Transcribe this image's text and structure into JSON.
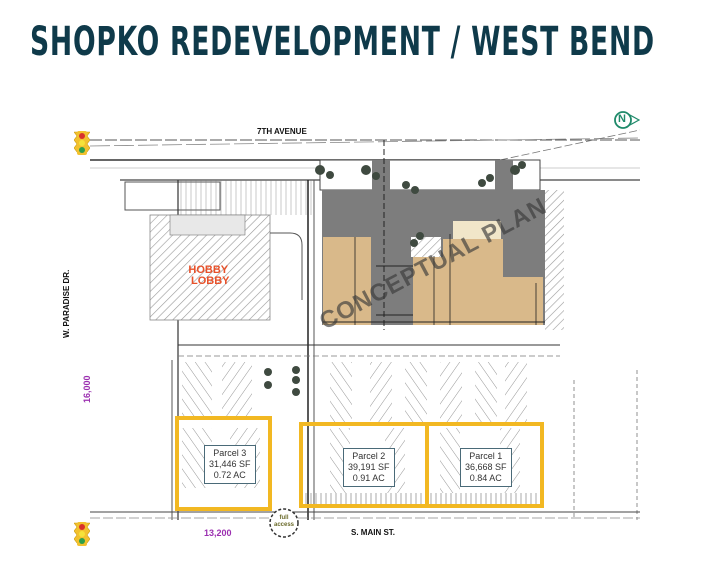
{
  "header": {
    "title": "SHOPKO REDEVELOPMENT / WEST BEND"
  },
  "map": {
    "type": "site-plan",
    "watermark": "CONCEPTUAL PLAN",
    "north_arrow": "N",
    "streets": {
      "top": "7TH AVENUE",
      "left": "W. PARADISE DR.",
      "bottom": "S. MAIN ST."
    },
    "traffic_counts": {
      "paradise": "16,000",
      "main": "13,200"
    },
    "access_marker": {
      "line1": "full",
      "line2": "access"
    },
    "anchor_tenant": {
      "line1": "HOBBY",
      "line2": "LOBBY"
    },
    "parcels": [
      {
        "name": "Parcel 3",
        "area_sf": "31,446 SF",
        "acres": "0.72 AC"
      },
      {
        "name": "Parcel 2",
        "area_sf": "39,191 SF",
        "acres": "0.91 AC"
      },
      {
        "name": "Parcel 1",
        "area_sf": "36,668 SF",
        "acres": "0.84 AC"
      }
    ],
    "colors": {
      "title": "#0f3a4a",
      "parcel_outline": "#f2b822",
      "building_fill": "#d9b98a",
      "pavement": "#7d7d7d",
      "hobby_lobby_text": "#e8512a",
      "traffic_count": "#9b2fb0",
      "north_arrow": "#1f8a6a"
    },
    "icons": [
      "traffic-light-icon",
      "north-arrow-icon",
      "access-circle-icon"
    ]
  }
}
